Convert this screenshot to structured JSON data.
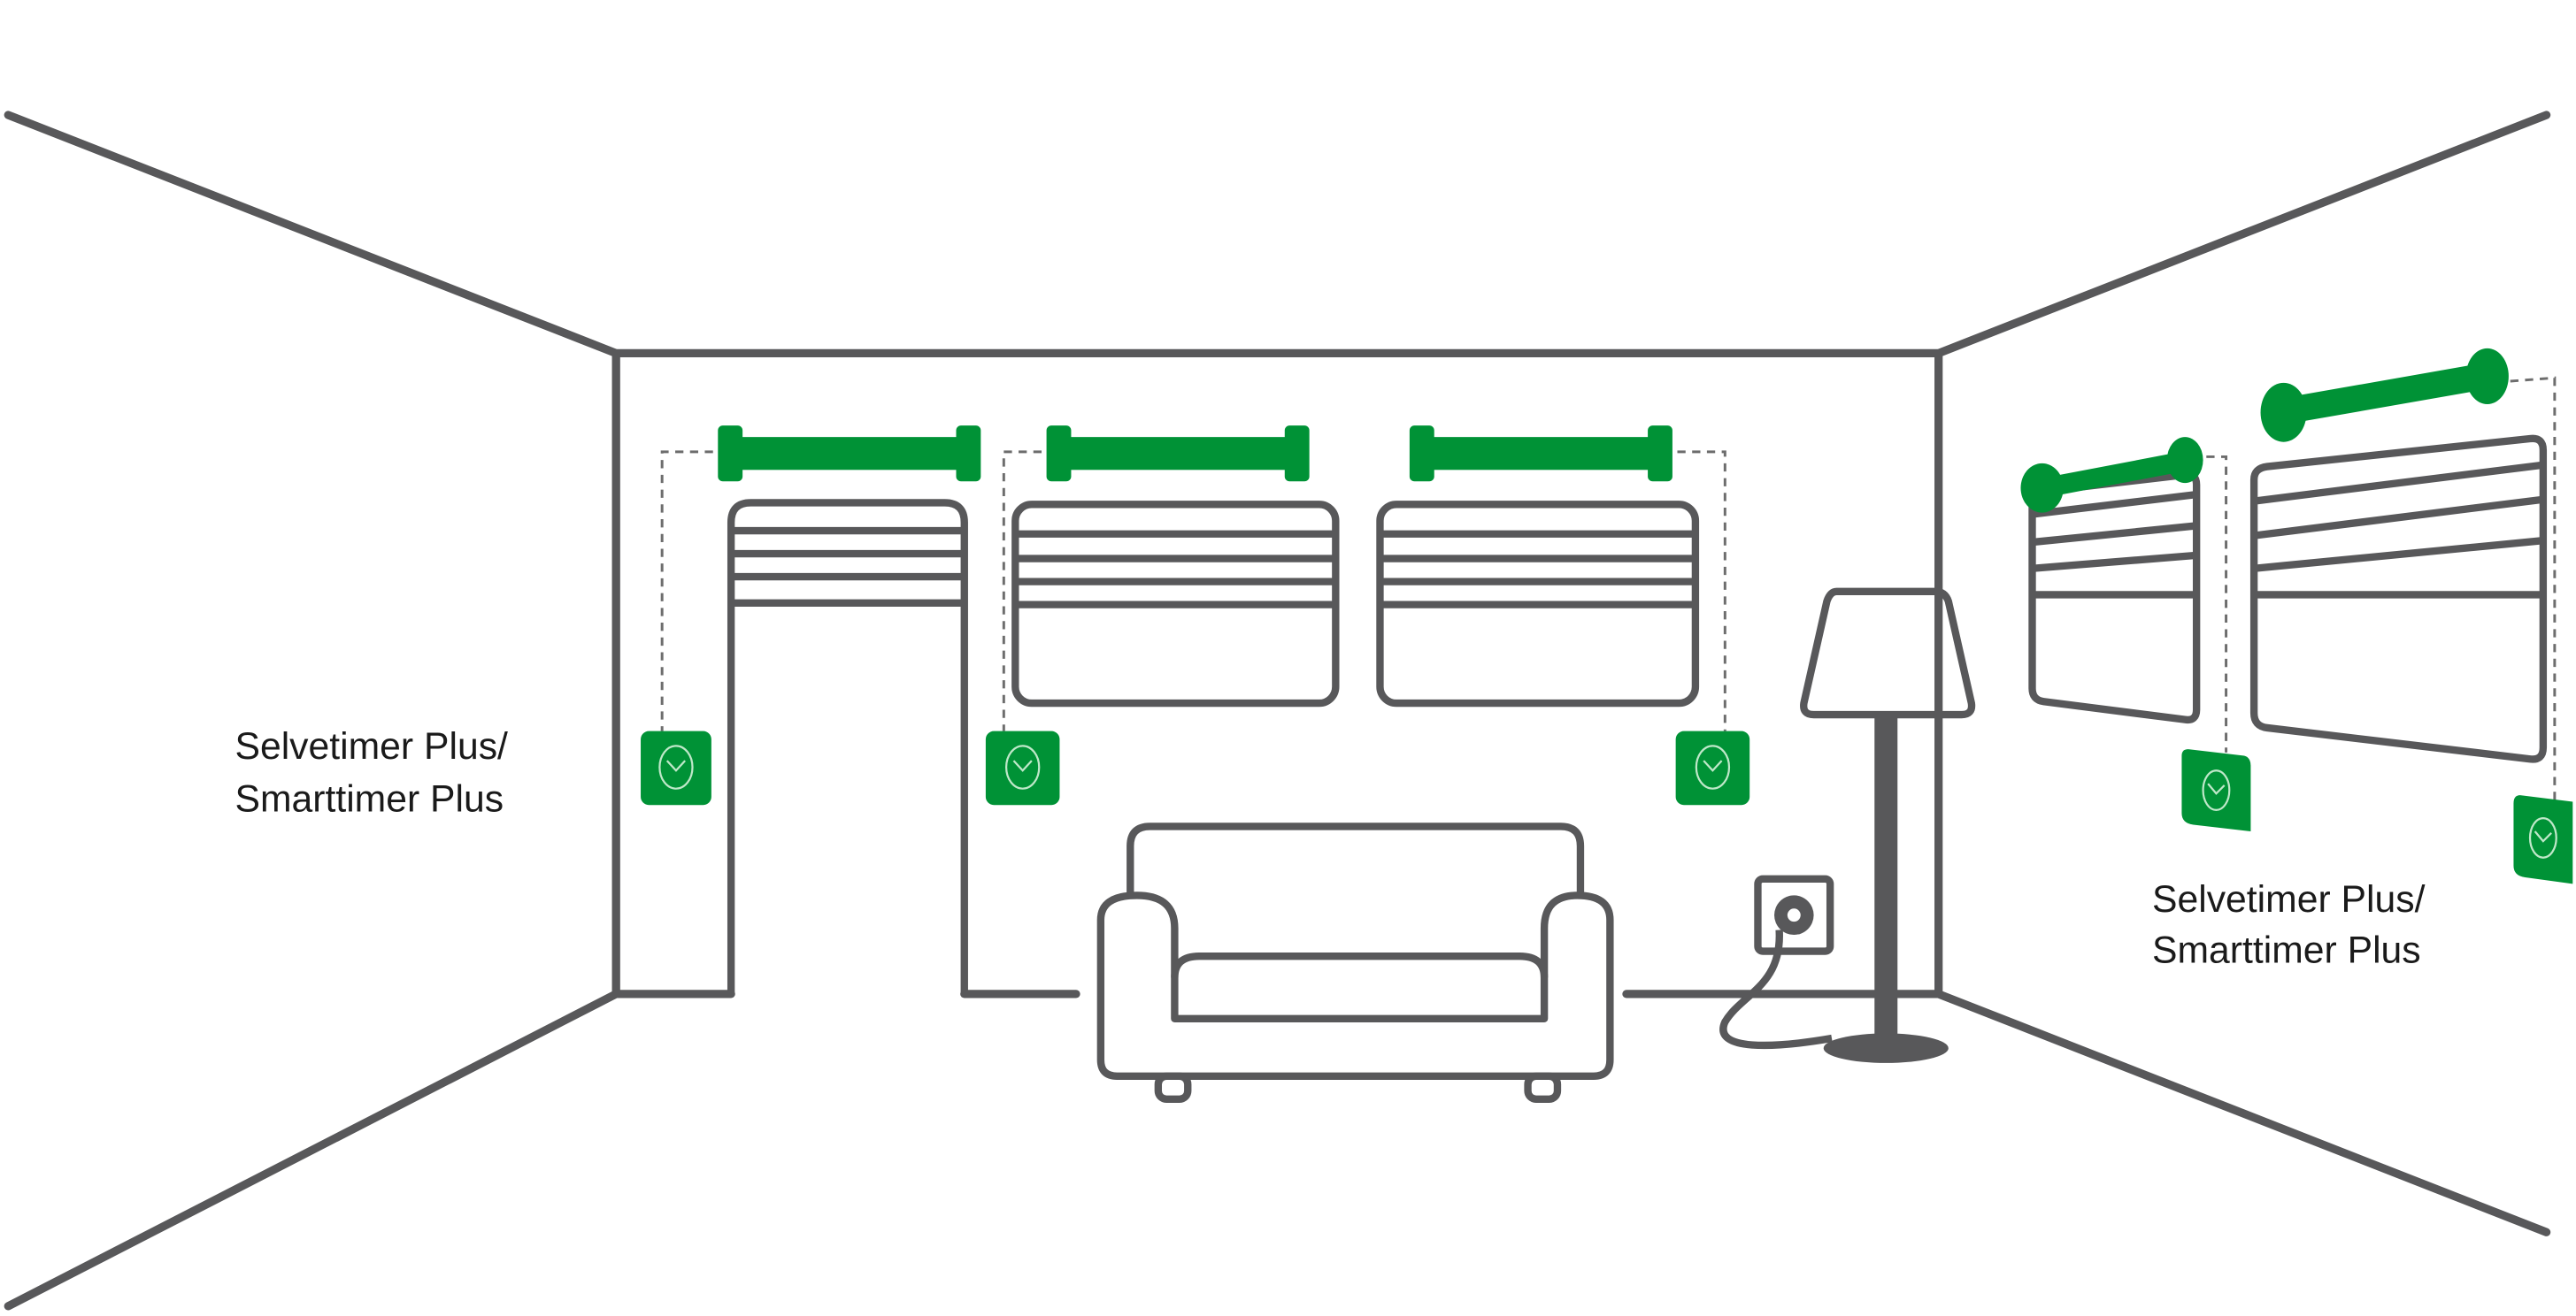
{
  "labels": {
    "left_line1": "Selvetimer Plus/",
    "left_line2": "Smarttimer Plus",
    "right_line1": "Selvetimer Plus/",
    "right_line2": "Smarttimer Plus"
  },
  "colors": {
    "line": "#58585a",
    "accent": "#009236",
    "background": "#ffffff"
  },
  "icons": [
    "clock-icon",
    "heater-icon",
    "sofa-icon",
    "floor-lamp-icon",
    "wall-socket-icon"
  ]
}
